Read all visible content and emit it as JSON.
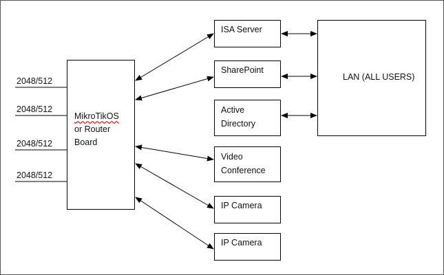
{
  "diagram": {
    "uplinks": [
      {
        "label": "2048/512"
      },
      {
        "label": "2048/512"
      },
      {
        "label": "2048/512"
      },
      {
        "label": "2048/512"
      }
    ],
    "router": {
      "line1": "MikroTikOS",
      "line2": "or Router",
      "line3": "Board"
    },
    "services": [
      {
        "id": "isa",
        "label": "ISA Server"
      },
      {
        "id": "sharepoint",
        "label": "SharePoint"
      },
      {
        "id": "ad",
        "label": "Active\nDirectory"
      },
      {
        "id": "video",
        "label": "Video\nConference"
      },
      {
        "id": "cam1",
        "label": "IP Camera"
      },
      {
        "id": "cam2",
        "label": "IP Camera"
      }
    ],
    "lan": {
      "label": "LAN (ALL USERS)"
    },
    "colors": {
      "line": "#000000",
      "border": "#000000",
      "spell_underline": "#dd2222"
    }
  }
}
